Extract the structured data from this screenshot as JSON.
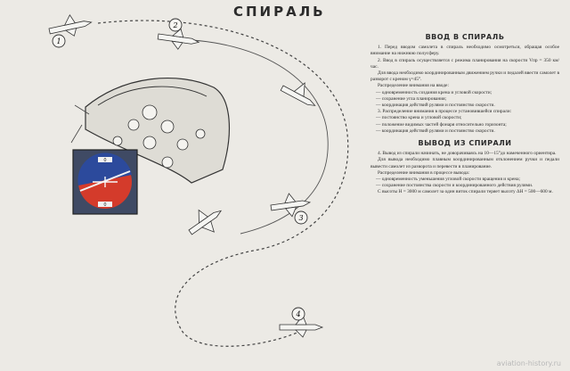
{
  "title": "СПИРАЛЬ",
  "markers": [
    "1",
    "2",
    "3",
    "4"
  ],
  "attitude_indicator": {
    "scale_top": "0",
    "scale_bottom": "0"
  },
  "colors": {
    "sky": "#2c4a9c",
    "ground": "#d43b2b",
    "dial": "#3f4a64"
  },
  "section_entry": {
    "heading": "ВВОД В СПИРАЛЬ",
    "paragraphs": [
      "1. Перед вводом самолета в спираль необходимо осмотреться, обращая особое внимание на нижнюю полусферу.",
      "2. Ввод в спираль осуществляется с режима планирования на скорости Vпр = 350 км/час.",
      "Для ввода необходимо координированным движением ручки и педалей ввести самолет в разворот с креном γ=45°.",
      "Распределение внимания на вводе:"
    ],
    "items": [
      "— одновременность создания крена и угловой скорости;",
      "— сохранение угла планирования;",
      "— координация действий рулями и постоянство скорости."
    ],
    "paragraphs2": [
      "3. Распределение внимания в процессе установившейся спирали:"
    ],
    "items2": [
      "— постоянство крена и угловой скорости;",
      "— положение видимых частей фонаря относительно горизонта;",
      "— координация действий рулями и постоянство скорости."
    ]
  },
  "section_exit": {
    "heading": "ВЫВОД ИЗ СПИРАЛИ",
    "paragraphs": [
      "4. Вывод из спирали начинать, не доворачиваясь на 10—15°до намеченного ориентира.",
      "Для вывода необходимо плавным координированным отклонением ручки и педали вывести самолет из разворота и перевести в планирование.",
      "Распределение внимания в процессе вывода:"
    ],
    "items": [
      "— одновременность уменьшения угловой скорости вращения и крена;",
      "— сохранение постоянства скорости и координированного действия рулями."
    ],
    "final": "С высоты H = 3000 м самолет за один виток спирали теряет высоту ΔH = 500—600 м."
  },
  "watermark": "aviation-history.ru"
}
